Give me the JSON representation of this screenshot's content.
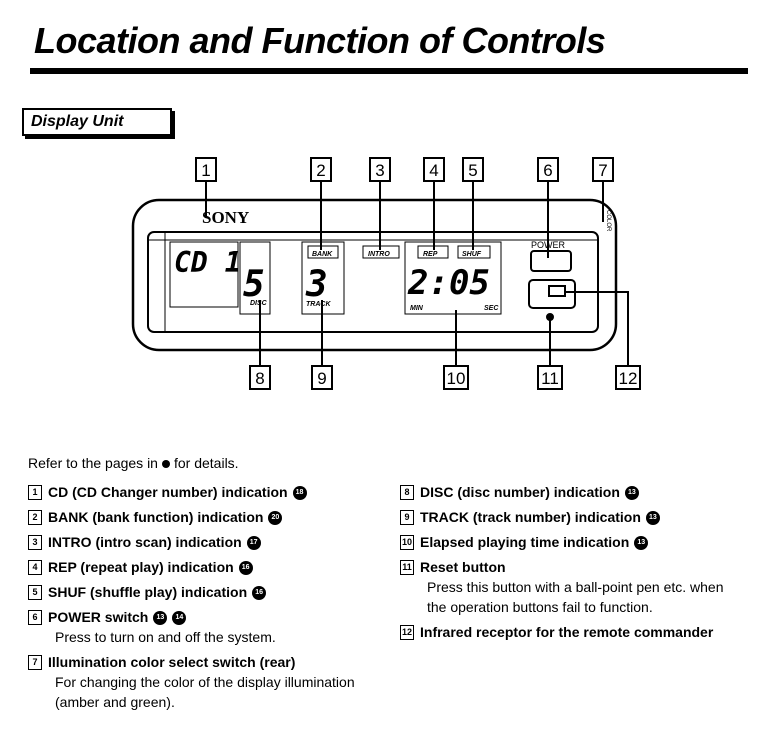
{
  "title": "Location and Function of Controls",
  "subtitle": "Display Unit",
  "diagram": {
    "brand": "SONY",
    "callouts_top": [
      "1",
      "2",
      "3",
      "4",
      "5",
      "6",
      "7"
    ],
    "callouts_bottom": [
      "8",
      "9",
      "10",
      "11",
      "12"
    ],
    "display": {
      "cd": "CD 1",
      "disc_digit": "5",
      "track_digit": "3",
      "time": "2:05",
      "bank_label": "BANK",
      "intro_label": "INTRO",
      "rep_label": "REP",
      "shuf_label": "SHUF",
      "disc_label": "DISC",
      "track_label": "TRACK",
      "min_label": "MIN",
      "sec_label": "SEC",
      "power_label": "POWER",
      "side_label": "COLOR"
    }
  },
  "intro": {
    "before": "Refer to the pages in",
    "after": "for details."
  },
  "left_items": [
    {
      "num": "1",
      "text": "CD (CD Changer number) indication",
      "page": "18"
    },
    {
      "num": "2",
      "text": "BANK (bank function) indication",
      "page": "20"
    },
    {
      "num": "3",
      "text": "INTRO (intro scan) indication",
      "page": "17"
    },
    {
      "num": "4",
      "text": "REP (repeat play) indication",
      "page": "16"
    },
    {
      "num": "5",
      "text": "SHUF (shuffle play) indication",
      "page": "16"
    },
    {
      "num": "6",
      "text": "POWER switch",
      "page": "13 14",
      "desc": "Press to turn on and off the system."
    },
    {
      "num": "7",
      "text": "Illumination color select switch (rear)",
      "page": "",
      "desc": "For changing the color of the display illumination (amber and green)."
    }
  ],
  "right_items": [
    {
      "num": "8",
      "text": "DISC (disc number) indication",
      "page": "13"
    },
    {
      "num": "9",
      "text": "TRACK (track number) indication",
      "page": "13"
    },
    {
      "num": "10",
      "text": "Elapsed playing time indication",
      "page": "13"
    },
    {
      "num": "11",
      "text": "Reset button",
      "page": "",
      "desc": "Press this button with a ball-point pen etc. when the operation buttons fail to function."
    },
    {
      "num": "12",
      "text": "Infrared receptor for the remote commander",
      "page": ""
    }
  ]
}
